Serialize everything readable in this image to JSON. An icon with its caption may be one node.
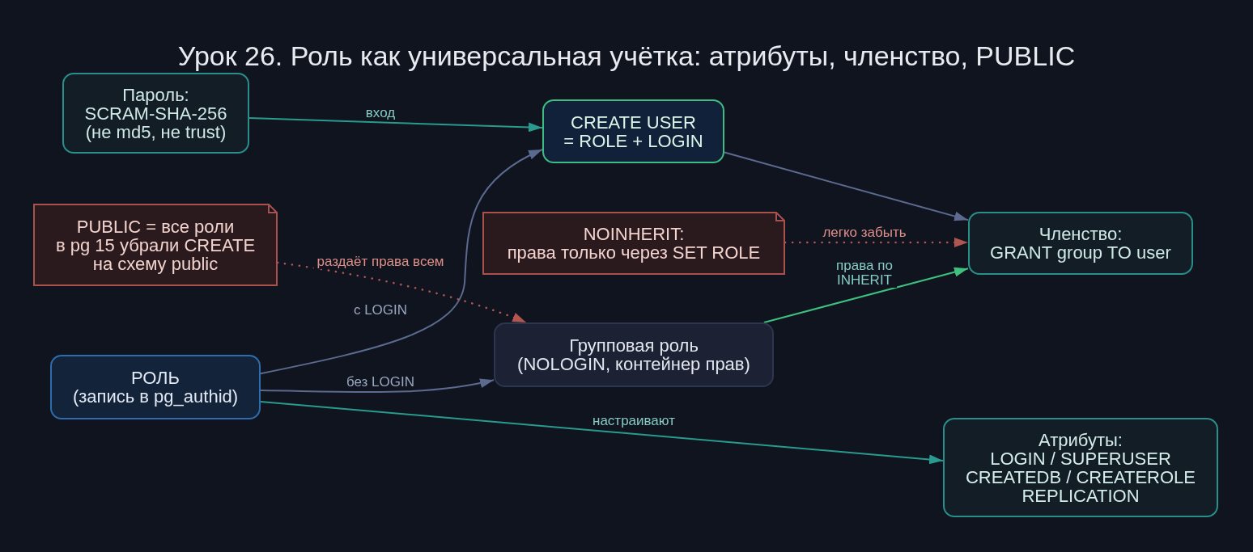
{
  "diagram": {
    "title": "Урок 26. Роль как универсальная учётка: атрибуты, членство, PUBLIC",
    "nodes": [
      {
        "text": [
          "Пароль:",
          "SCRAM-SHA-256 (не md5, не trust)"
        ]
      },
      {
        "text": [
          "CREATE USER = ROLE + LOGIN"
        ]
      },
      {
        "text": [
          "PUBLIC = все роли",
          "в pg 15 убрали CREATE на схему public"
        ]
      },
      {
        "text": [
          "NOINHERIT:",
          "права только через SET ROLE"
        ]
      },
      {
        "text": [
          "Членство:",
          "GRANT group TO user"
        ]
      },
      {
        "text": [
          "Групповая роль",
          "(NOLOGIN, контейнер прав)"
        ]
      },
      {
        "text": [
          "РОЛЬ",
          "(запись в pg_authid)"
        ]
      },
      {
        "text": [
          "Атрибуты:",
          "LOGIN / SUPERUSER CREATEDB / CREATEROLE REPLICATION"
        ]
      }
    ],
    "edges": [
      {
        "from": 0,
        "to": 1,
        "arrow": "to",
        "label": "вход",
        "color": "#2a9a8f"
      },
      {
        "from": 6,
        "to": 1,
        "arrow": "to",
        "label": "с LOGIN"
      },
      {
        "from": 6,
        "to": 5,
        "arrow": "to",
        "label": "без LOGIN"
      },
      {
        "from": 6,
        "to": 7,
        "arrow": "to",
        "label": "настраивают",
        "color": "#2a9a8f"
      },
      {
        "from": 2,
        "to": 5,
        "arrow": "to",
        "label": "раздаёт права всем",
        "style": "dashed",
        "color": "#b0554f"
      },
      {
        "from": 1,
        "to": 4,
        "arrow": "to"
      },
      {
        "from": 3,
        "to": 4,
        "arrow": "to",
        "label": "легко забыть",
        "style": "dashed",
        "color": "#b0554f"
      },
      {
        "from": 5,
        "to": 4,
        "arrow": "to",
        "label": "права по INHERIT",
        "color": "#3ec07f"
      }
    ]
  }
}
